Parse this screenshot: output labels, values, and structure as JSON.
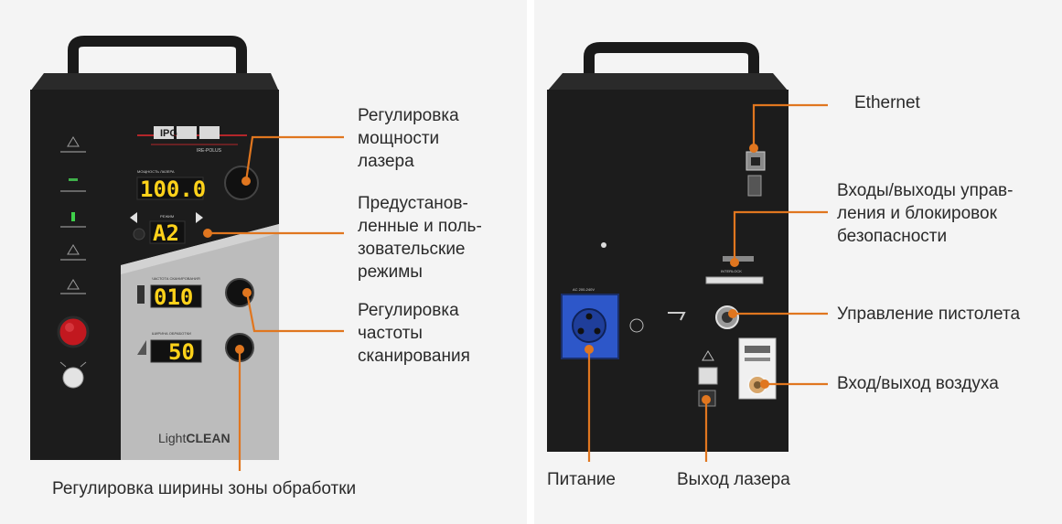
{
  "colors": {
    "leader": "#e0761f",
    "device_body": "#1c1c1c",
    "display_text": "#ffd21a",
    "brand_red": "#b3262a"
  },
  "front": {
    "logo": "IPG",
    "logo_sub": "IRE-POLUS",
    "displays": {
      "power": "100.0",
      "mode": "A2",
      "frequency": "010",
      "width": "50"
    },
    "brand_light": "Light",
    "brand_bold": "CLEAN",
    "callouts": {
      "power": "Регулировка\nмощности\nлазера",
      "modes": "Предустанов-\nленные и поль-\nзовательские\nрежимы",
      "frequency": "Регулировка\nчастоты\nсканирования",
      "width": "Регулировка ширины зоны обработки"
    }
  },
  "back": {
    "callouts": {
      "ethernet": "Ethernet",
      "io": "Входы/выходы управ-\nления и блокировок\nбезопасности",
      "gun": "Управление пистолета",
      "air": "Вход/выход воздуха",
      "power": "Питание",
      "laser_out": "Выход лазера"
    }
  }
}
